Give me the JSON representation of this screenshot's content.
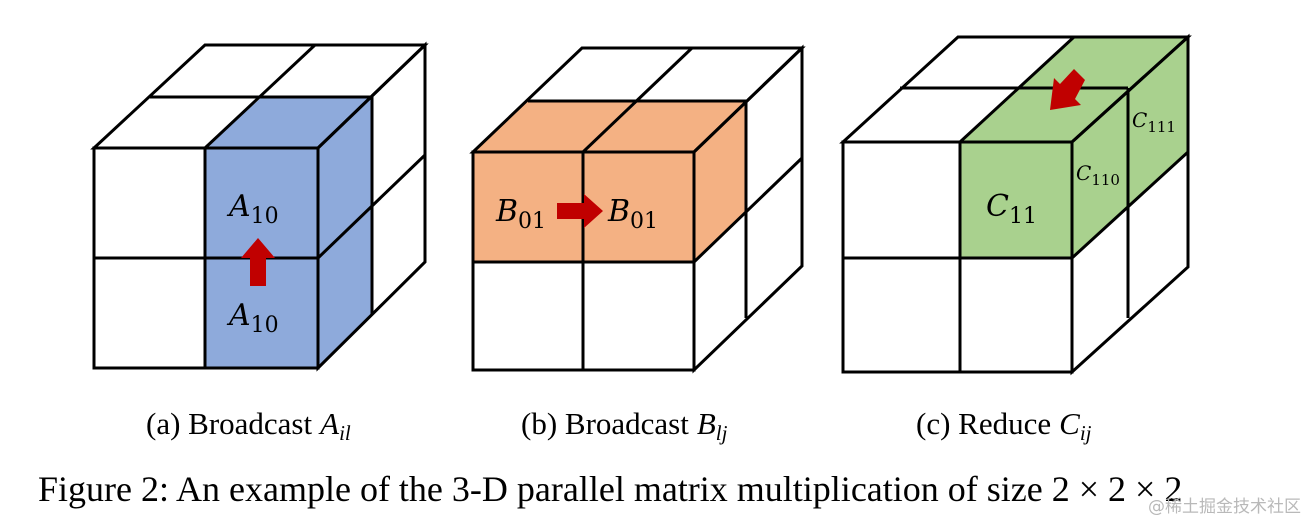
{
  "panels": [
    {
      "id": "a",
      "caption_prefix": "(a) Broadcast",
      "caption_var": "A",
      "caption_sub": "il",
      "color": "#8eaadb",
      "labels": [
        {
          "base": "A",
          "sub": "10"
        },
        {
          "base": "A",
          "sub": "10"
        }
      ],
      "arrow": "up"
    },
    {
      "id": "b",
      "caption_prefix": "(b) Broadcast",
      "caption_var": "B",
      "caption_sub": "lj",
      "color": "#f4b183",
      "labels": [
        {
          "base": "B",
          "sub": "01"
        },
        {
          "base": "B",
          "sub": "01"
        }
      ],
      "arrow": "right"
    },
    {
      "id": "c",
      "caption_prefix": "(c) Reduce",
      "caption_var": "C",
      "caption_sub": "ij",
      "color": "#a9d18e",
      "labels": [
        {
          "base": "C",
          "sub": "11"
        },
        {
          "base": "C",
          "sub": "110"
        },
        {
          "base": "C",
          "sub": "111"
        }
      ],
      "arrow": "down-left"
    }
  ],
  "arrow_color": "#c00000",
  "figure_caption": "Figure 2: An example of the 3-D parallel matrix multiplication of size 2 × 2 × 2",
  "watermark": "@稀土掘金技术社区"
}
